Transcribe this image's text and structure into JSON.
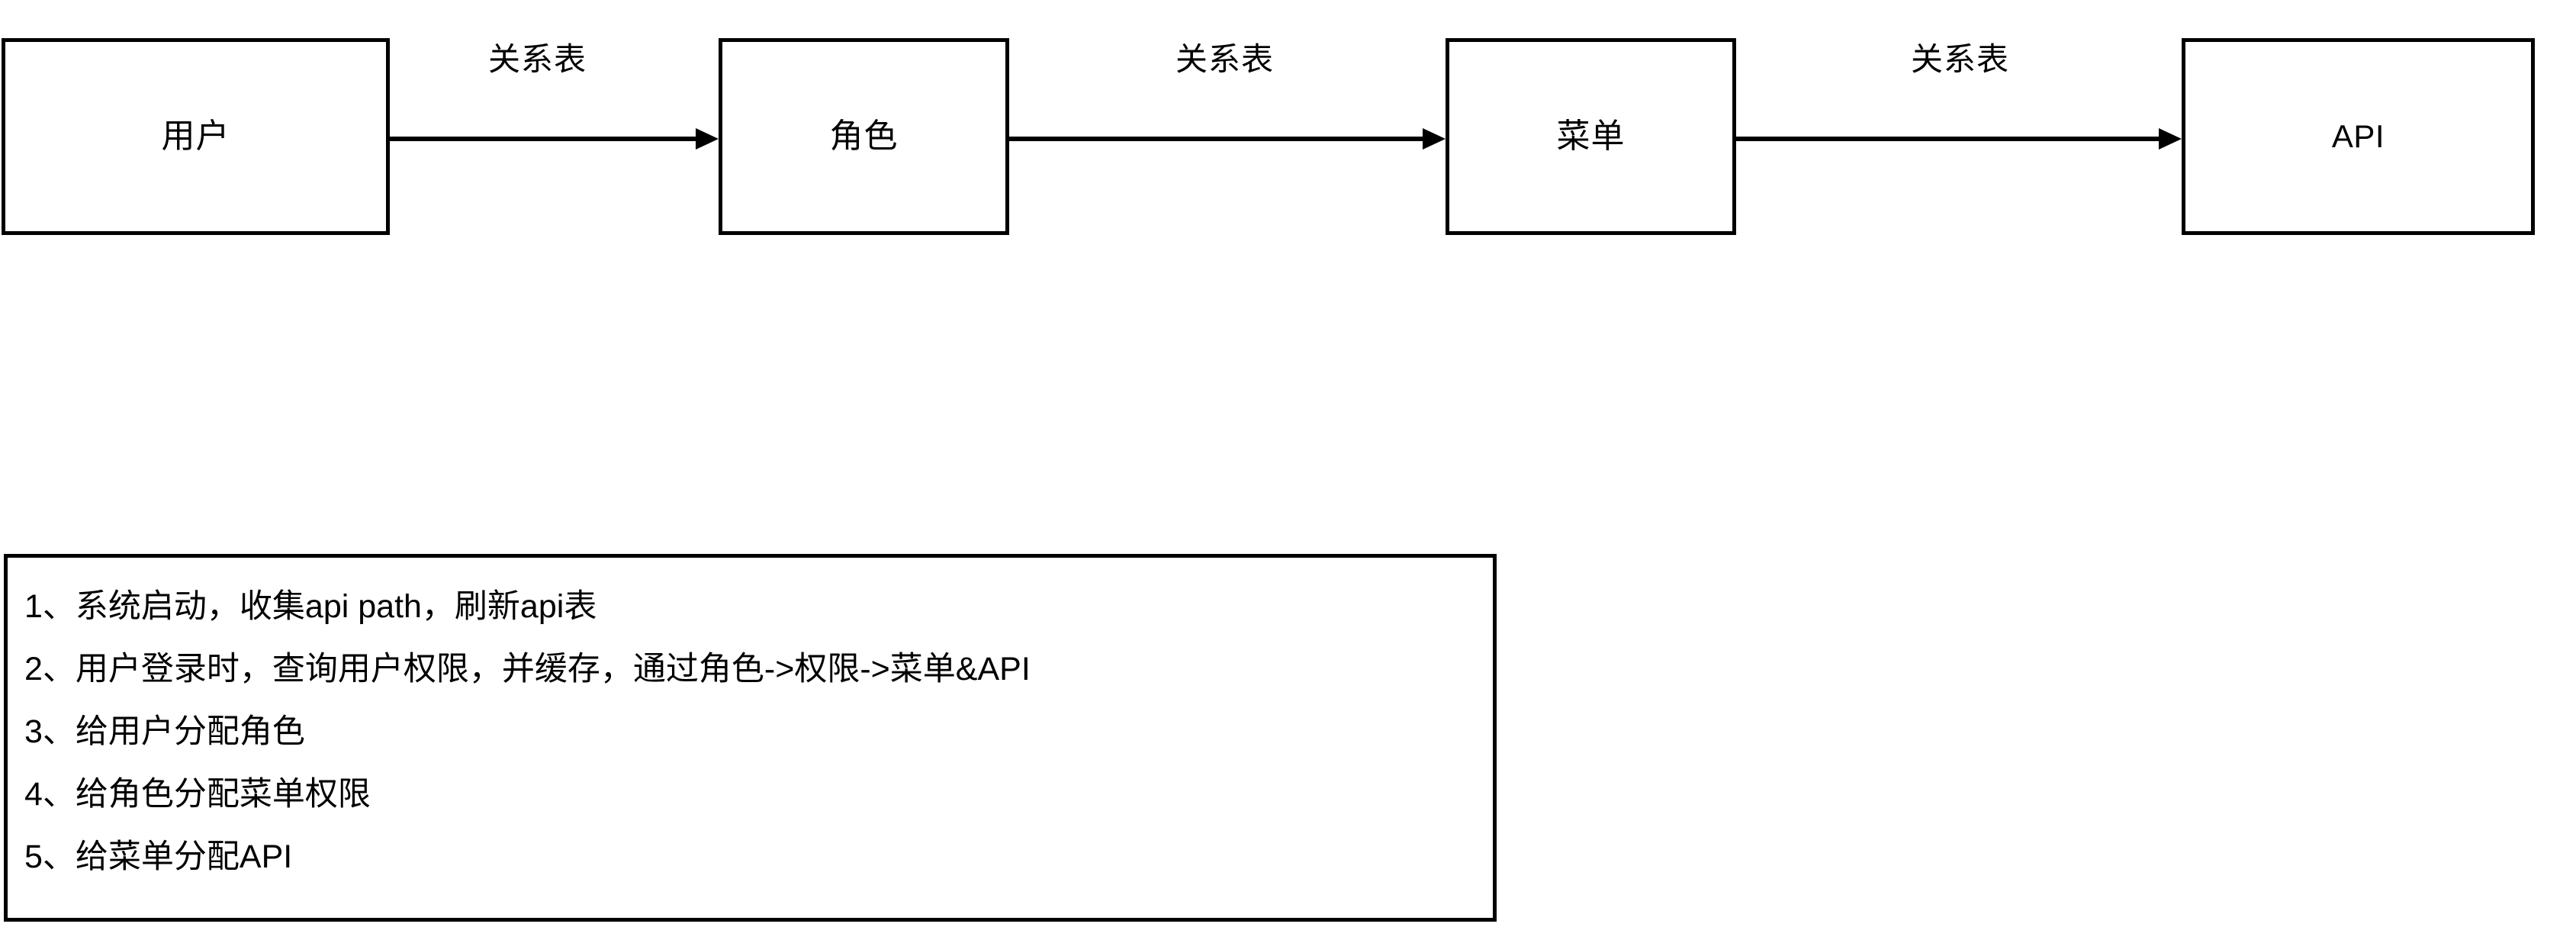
{
  "diagram": {
    "title": "RBAC permission model flow",
    "background_color": "#ffffff",
    "stroke_color": "#000000",
    "entities": [
      {
        "id": "user",
        "label": "用户",
        "script": "han"
      },
      {
        "id": "role",
        "label": "角色",
        "script": "han"
      },
      {
        "id": "menu",
        "label": "菜单",
        "script": "han"
      },
      {
        "id": "api",
        "label": "API",
        "script": "latin"
      }
    ],
    "edges": [
      {
        "id": "user-role",
        "label": "关系表",
        "from": "user",
        "to": "role"
      },
      {
        "id": "role-menu",
        "label": "关系表",
        "from": "role",
        "to": "menu"
      },
      {
        "id": "menu-api",
        "label": "关系表",
        "from": "menu",
        "to": "api"
      }
    ]
  },
  "notes": {
    "lines": [
      "1、系统启动，收集api path，刷新api表",
      "2、用户登录时，查询用户权限，并缓存，通过角色->权限->菜单&API",
      "3、给用户分配角色",
      "4、给角色分配菜单权限",
      "5、给菜单分配API"
    ]
  }
}
